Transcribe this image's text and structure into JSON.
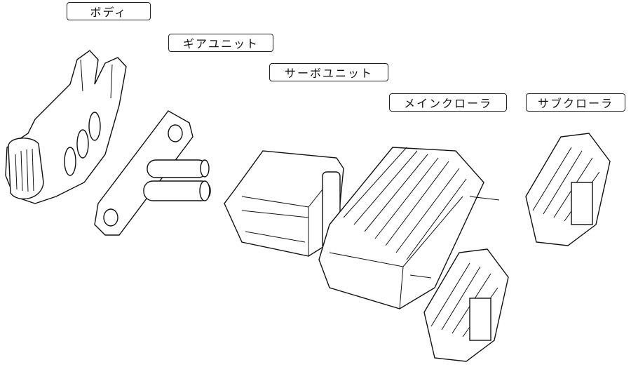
{
  "labels": {
    "body": "ボディ",
    "gear_unit": "ギアユニット",
    "servo_unit": "サーボユニット",
    "main_crawler": "メインクローラ",
    "sub_crawler": "サブクローラ"
  }
}
